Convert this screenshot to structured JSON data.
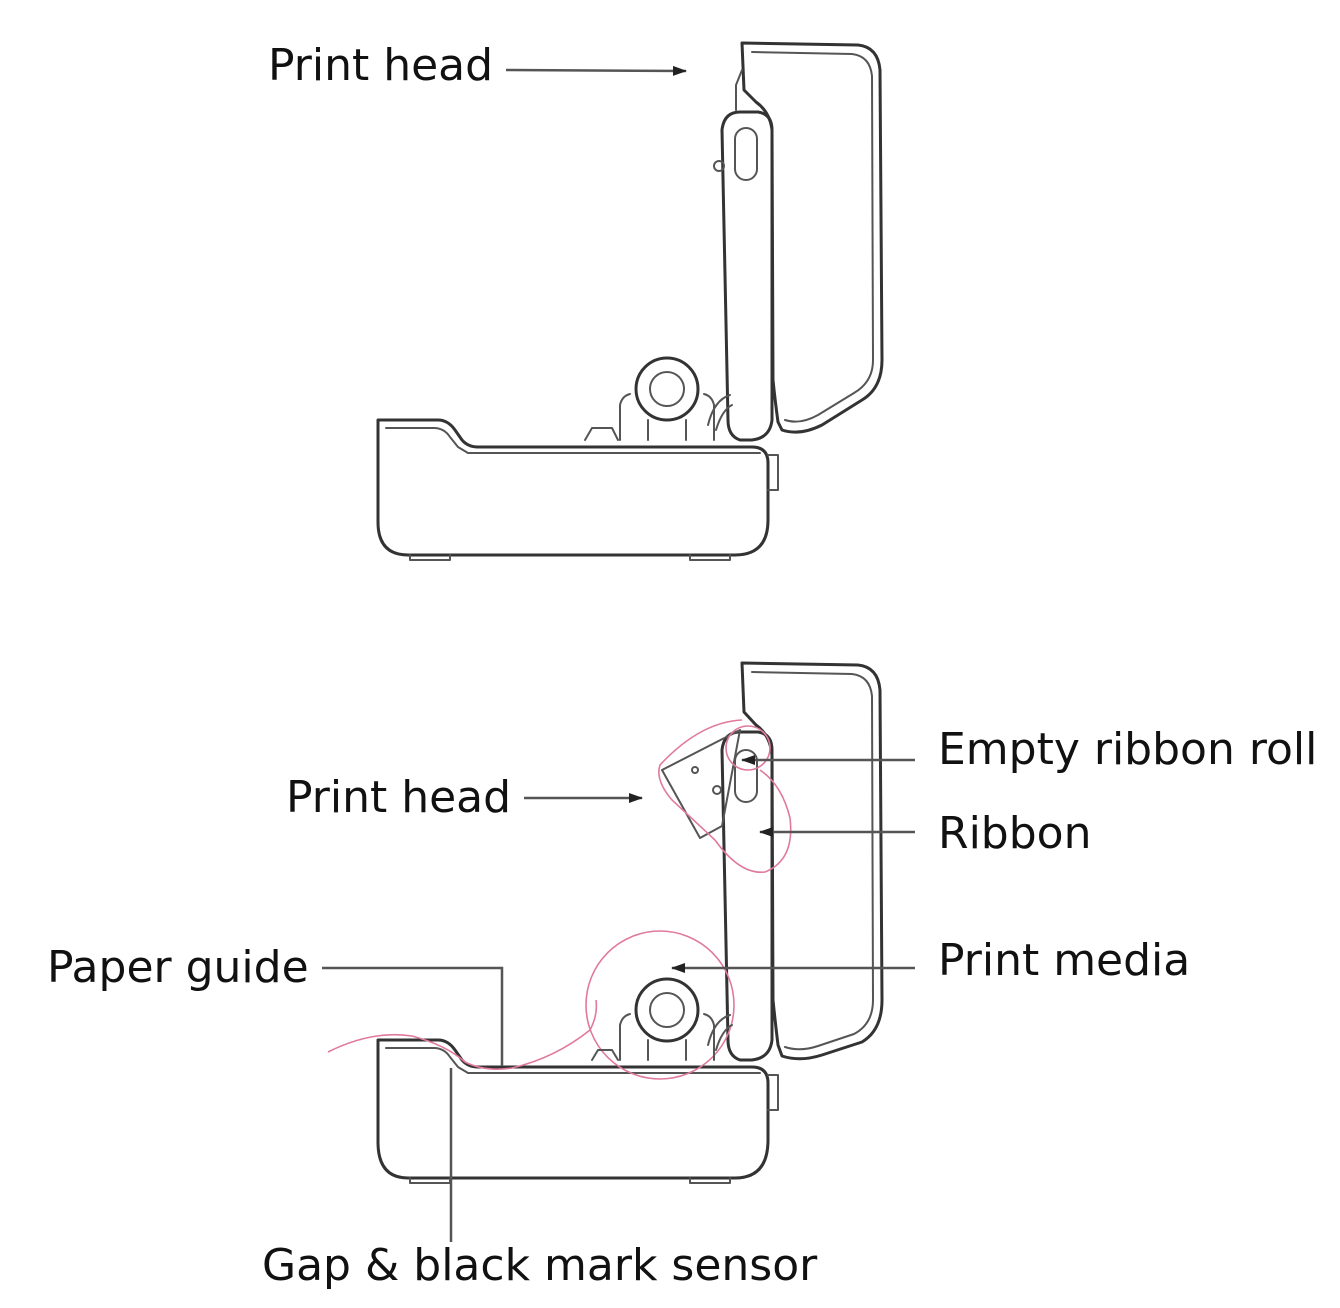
{
  "diagram": {
    "top_view": {
      "print_head_label": "Print head"
    },
    "bottom_view": {
      "print_head_label": "Print head",
      "empty_ribbon_roll_label": "Empty ribbon roll",
      "ribbon_label": "Ribbon",
      "print_media_label": "Print media",
      "paper_guide_label": "Paper guide",
      "sensor_label": "Gap & black mark sensor"
    },
    "colors": {
      "outline": "#333333",
      "leader": "#555555",
      "media": "#e07a9a",
      "background": "#ffffff"
    }
  }
}
